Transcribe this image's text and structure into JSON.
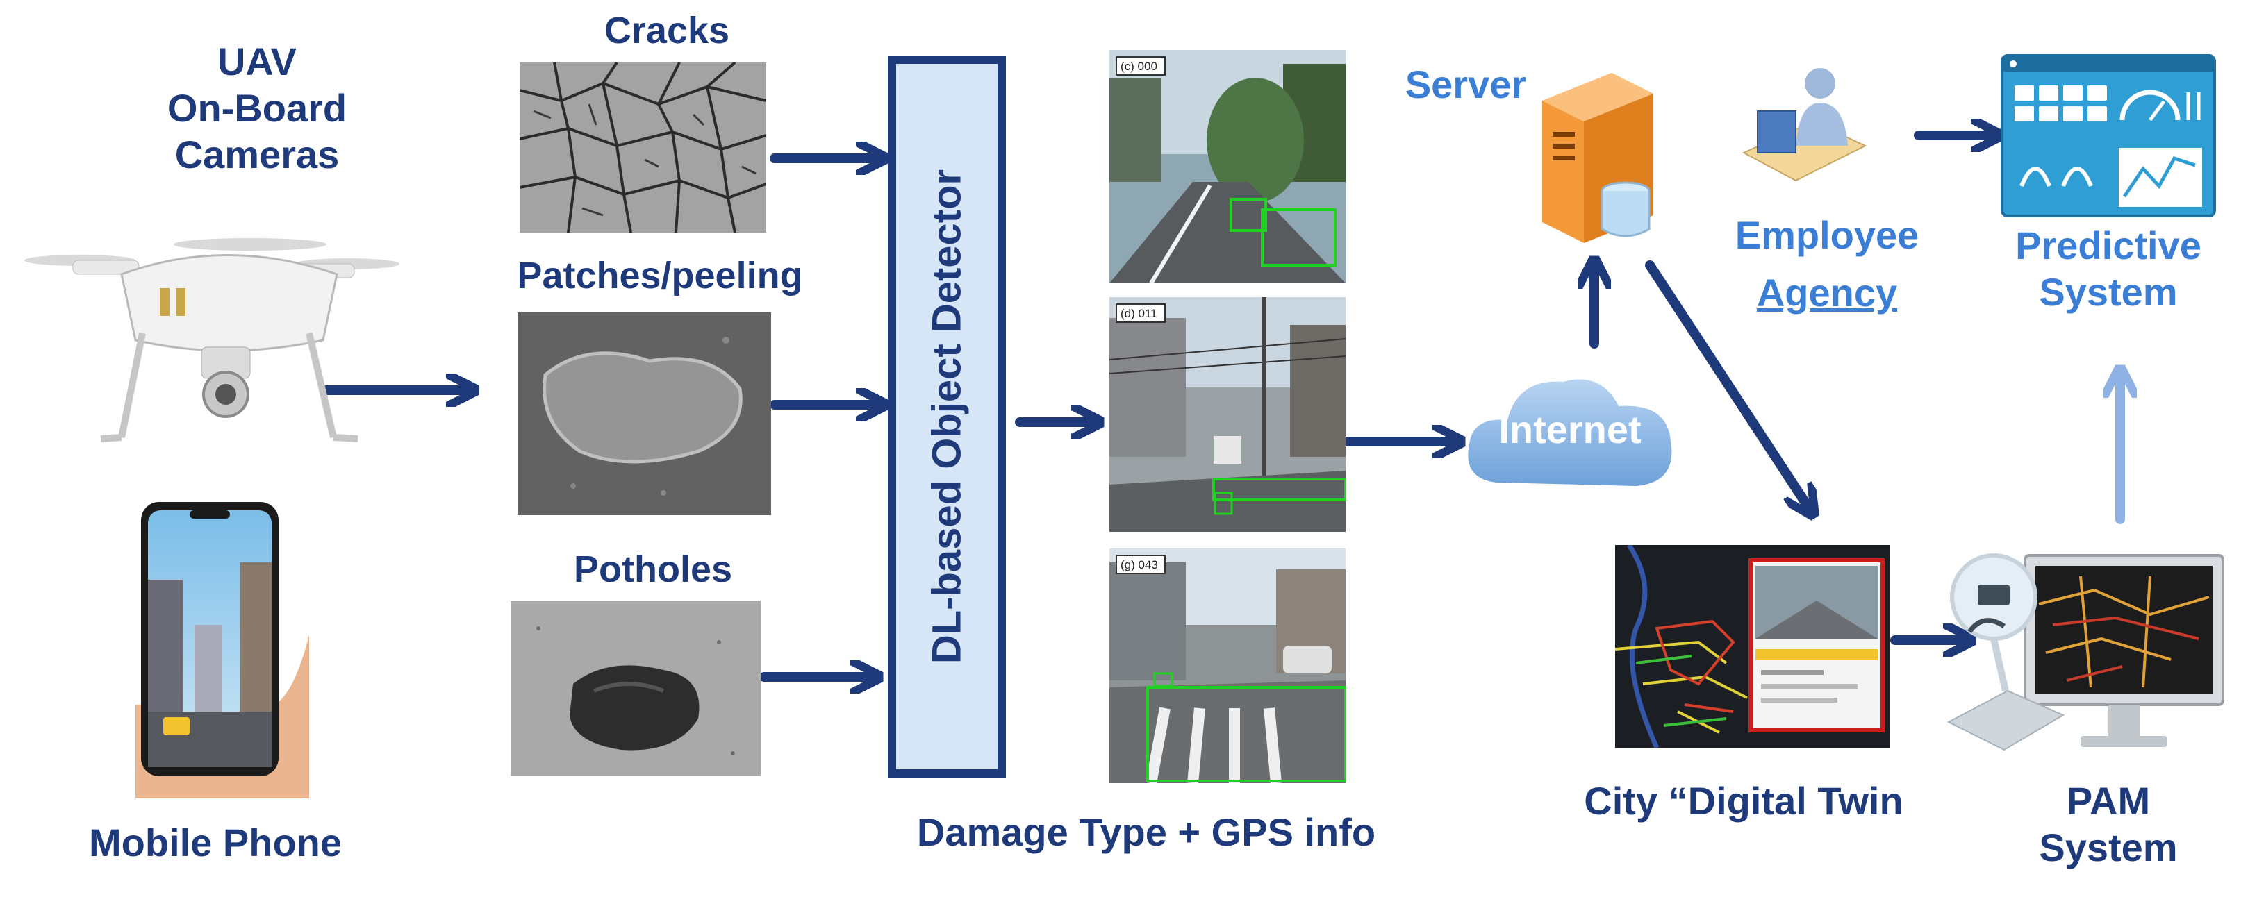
{
  "source": {
    "title": "UAV\nOn-Board\nCameras",
    "phone_label": "Mobile Phone"
  },
  "damage": {
    "cracks": "Cracks",
    "patches": "Patches/peeling",
    "potholes": "Potholes"
  },
  "detector": {
    "label": "DL-based Object Detector"
  },
  "detections": {
    "caption": "Damage Type + GPS info",
    "frame_ids": [
      "(c) 000",
      "(d) 011",
      "(g) 043"
    ]
  },
  "network": {
    "server": "Server",
    "internet": "Internet"
  },
  "agency": {
    "line1": "Employee",
    "line2": "Agency"
  },
  "predictive": {
    "label": "Predictive\nSystem"
  },
  "twin": {
    "label": "City “Digital Twin"
  },
  "pam": {
    "label": "PAM\nSystem"
  },
  "colors": {
    "navy": "#1f3a7a",
    "accent_blue": "#3a7fd5",
    "detector_fill": "#d6e6f7",
    "box_green": "#1fd21f"
  }
}
